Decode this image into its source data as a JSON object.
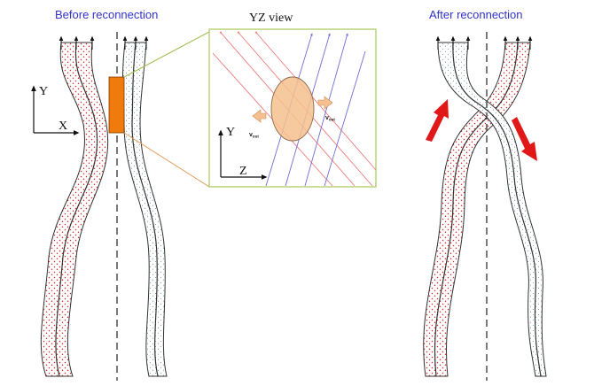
{
  "labels": {
    "before_title": "Before reconnection",
    "after_title": "After reconnection",
    "yz_title": "YZ view",
    "vout_left": "v",
    "vout_left_sub": "out",
    "vout_right": "v",
    "vout_right_sub": "out"
  },
  "axes": {
    "left": {
      "vertical": "Y",
      "horizontal": "X"
    },
    "inset": {
      "vertical": "Y",
      "horizontal": "Z"
    }
  },
  "colors": {
    "red_tube_dots": "#d42a2a",
    "blue_tube_dots": "#5b8fa6",
    "reconnection_box": "#f07a0c",
    "inset_frame": "#a9c95a",
    "diffusion_region": "#f6c08e",
    "red_field_lines": "#f07a7a",
    "blue_field_lines": "#6f6fd6",
    "flow_arrows": "#e01818",
    "blue_title": "#3333cc"
  }
}
